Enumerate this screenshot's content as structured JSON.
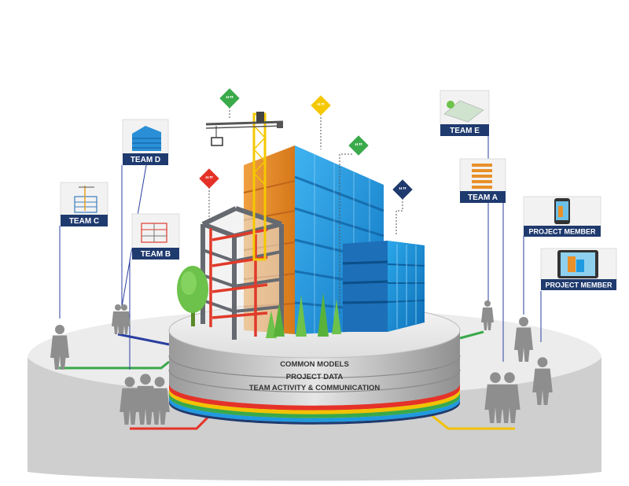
{
  "teams": [
    {
      "id": "team-e",
      "label": "TEAM E"
    },
    {
      "id": "team-d",
      "label": "TEAM D"
    },
    {
      "id": "team-c",
      "label": "TEAM C"
    },
    {
      "id": "team-b",
      "label": "TEAM B"
    },
    {
      "id": "team-a",
      "label": "TEAM A"
    }
  ],
  "members": [
    {
      "id": "project-member-phone",
      "label": "PROJECT MEMBER"
    },
    {
      "id": "project-member-tablet",
      "label": "PROJECT MEMBER"
    }
  ],
  "platform_layers": [
    {
      "id": "common-models",
      "label": "COMMON MODELS"
    },
    {
      "id": "project-data",
      "label": "PROJECT DATA"
    },
    {
      "id": "team-activity",
      "label": "TEAM ACTIVITY & COMMUNICATION"
    }
  ],
  "colors": {
    "label_bg": "#1f3a6e",
    "steel": "#666a70",
    "steel_red": "#e03a2a",
    "orange": "#e8902a",
    "blue_glass": "#1f9ae0",
    "dark_blue_glass": "#1d6fb8",
    "tree_green": "#6cc24a",
    "bubble_green": "#3aaa4a",
    "bubble_yellow": "#f5c800",
    "bubble_red": "#e53228",
    "bubble_navy": "#1f3a6e",
    "line_blue": "#2a3fa0",
    "line_green": "#39a94a",
    "line_red": "#e53228",
    "line_yellow": "#f2c200"
  },
  "icons": [
    "quote-bubble-icon",
    "crane-icon",
    "tree-icon",
    "person-silhouette-icon",
    "phone-icon",
    "tablet-icon",
    "building-thumbnail-icon"
  ]
}
